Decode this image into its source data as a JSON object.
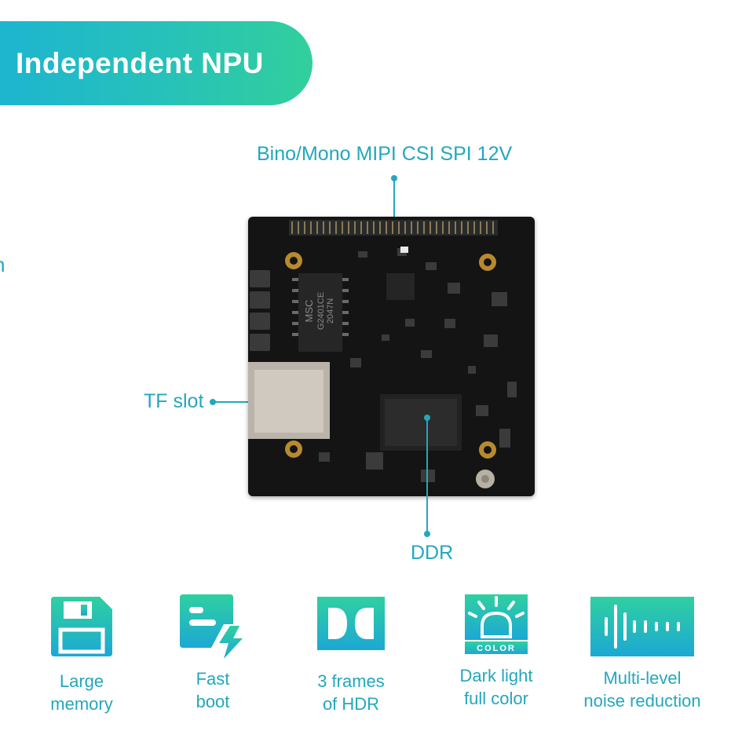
{
  "banner": {
    "title": "Independent NPU"
  },
  "cut_text": "n",
  "callouts": {
    "top": "Bino/Mono MIPI CSI SPI 12V",
    "tf_slot": "TF slot",
    "ddr": "DDR"
  },
  "board": {
    "chip_brand": "MSC",
    "chip_model": "G2401CE",
    "chip_code": "2047N"
  },
  "features": [
    {
      "icon": "floppy-disk-icon",
      "line1": "Large",
      "line2": "memory"
    },
    {
      "icon": "fast-boot-icon",
      "line1": "Fast",
      "line2": "boot"
    },
    {
      "icon": "hdr-icon",
      "line1": "3 frames",
      "line2": "of HDR"
    },
    {
      "icon": "color-light-icon",
      "badge": "COLOR",
      "line1": "Dark light",
      "line2": "full color"
    },
    {
      "icon": "waveform-icon",
      "line1": "Multi-level",
      "line2": "noise reduction"
    }
  ],
  "colors": {
    "accent": "#23a7bd",
    "gradient_start": "#1db5d0",
    "gradient_end": "#32cf9c",
    "board": "#141414"
  }
}
